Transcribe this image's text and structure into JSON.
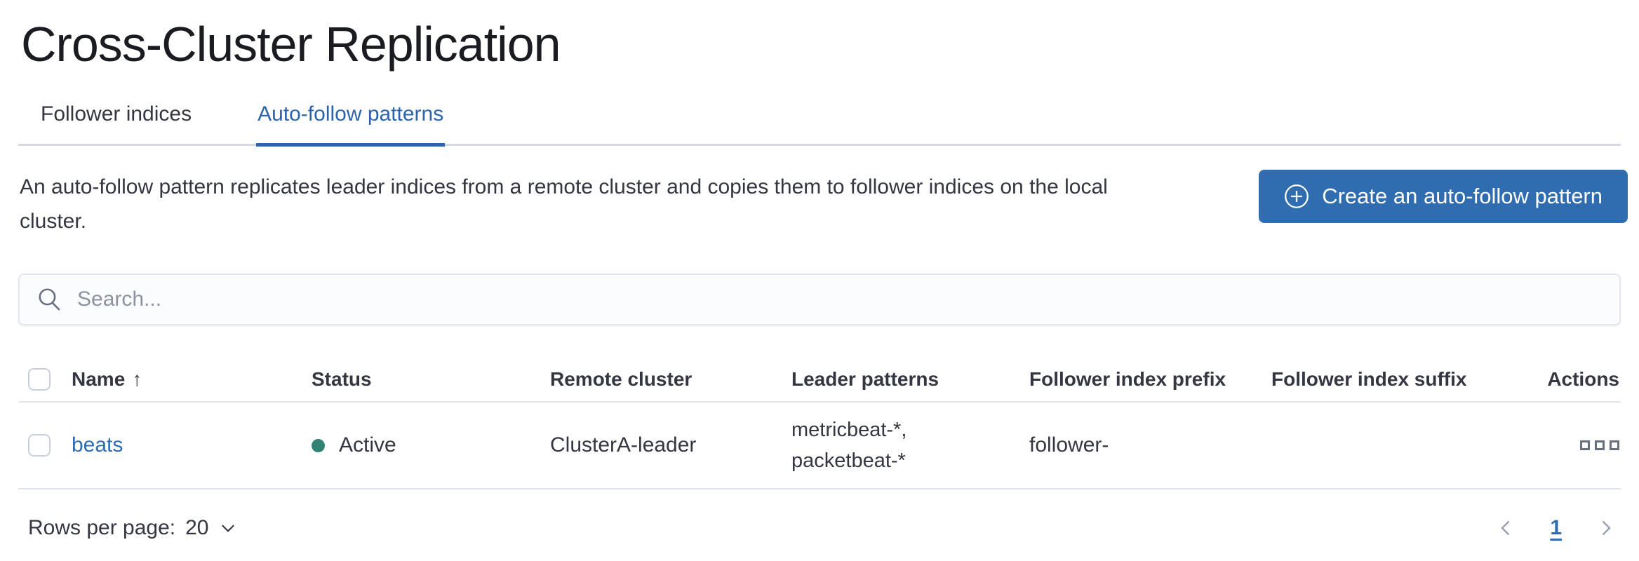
{
  "page": {
    "title": "Cross-Cluster Replication"
  },
  "tabs": [
    {
      "label": "Follower indices",
      "active": false
    },
    {
      "label": "Auto-follow patterns",
      "active": true
    }
  ],
  "intro": {
    "description": "An auto-follow pattern replicates leader indices from a remote cluster and copies them to follower indices on the local cluster.",
    "create_button_label": "Create an auto-follow pattern"
  },
  "search": {
    "placeholder": "Search...",
    "value": ""
  },
  "table": {
    "columns": {
      "name": "Name",
      "status": "Status",
      "remote_cluster": "Remote cluster",
      "leader_patterns": "Leader patterns",
      "follower_index_prefix": "Follower index prefix",
      "follower_index_suffix": "Follower index suffix",
      "actions": "Actions"
    },
    "sort": {
      "column": "Name",
      "direction": "ascending",
      "icon": "↑"
    },
    "rows": [
      {
        "name": "beats",
        "status": "Active",
        "remote_cluster": "ClusterA-leader",
        "leader_patterns": "metricbeat-*, packetbeat-*",
        "leader_patterns_line1": "metricbeat-*,",
        "leader_patterns_line2": "packetbeat-*",
        "follower_index_prefix": "follower-",
        "follower_index_suffix": ""
      }
    ]
  },
  "footer": {
    "rows_per_page_label": "Rows per page:",
    "rows_per_page_value": "20",
    "current_page": "1"
  },
  "colors": {
    "primary_blue": "#2f6cb0",
    "link_blue": "#2e6cb2",
    "tab_selected_blue": "#2b64ad",
    "status_active_teal": "#2e8373",
    "divider_gray": "#e0e4ed",
    "text": "#343741"
  }
}
